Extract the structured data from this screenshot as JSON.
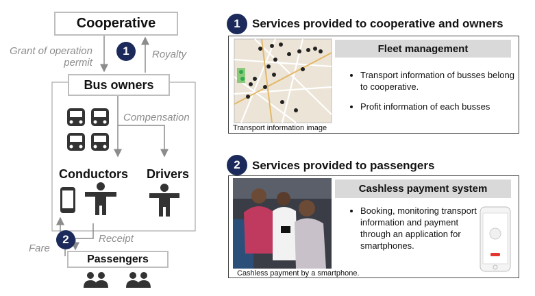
{
  "left": {
    "cooperative_label": "Cooperative",
    "bus_owners_label": "Bus owners",
    "passengers_label": "Passengers",
    "grant_label_line1": "Grant of operation",
    "grant_label_line2": "permit",
    "royalty_label": "Royalty",
    "compensation_label": "Compensation",
    "conductors_label": "Conductors",
    "drivers_label": "Drivers",
    "receipt_label": "Receipt",
    "fare_label": "Fare",
    "badge1": "1",
    "badge2": "2"
  },
  "right": {
    "section1": {
      "badge": "1",
      "title": "Services provided to cooperative and owners",
      "header": "Fleet management",
      "bullets": [
        "Transport information of busses belong to cooperative.",
        "Profit information of each busses"
      ],
      "caption": "Transport information image"
    },
    "section2": {
      "badge": "2",
      "title": "Services provided to passengers",
      "header": "Cashless payment system",
      "bullets": [
        "Booking, monitoring transport information and payment through an application for smartphones."
      ],
      "caption": "Cashless  payment  by  a smartphone."
    }
  },
  "colors": {
    "badge": "#1b2a5a",
    "box_border": "#bdbdbd",
    "arrow": "#8c8c8c",
    "icon": "#333333",
    "header_bar": "#d9d9d9"
  }
}
